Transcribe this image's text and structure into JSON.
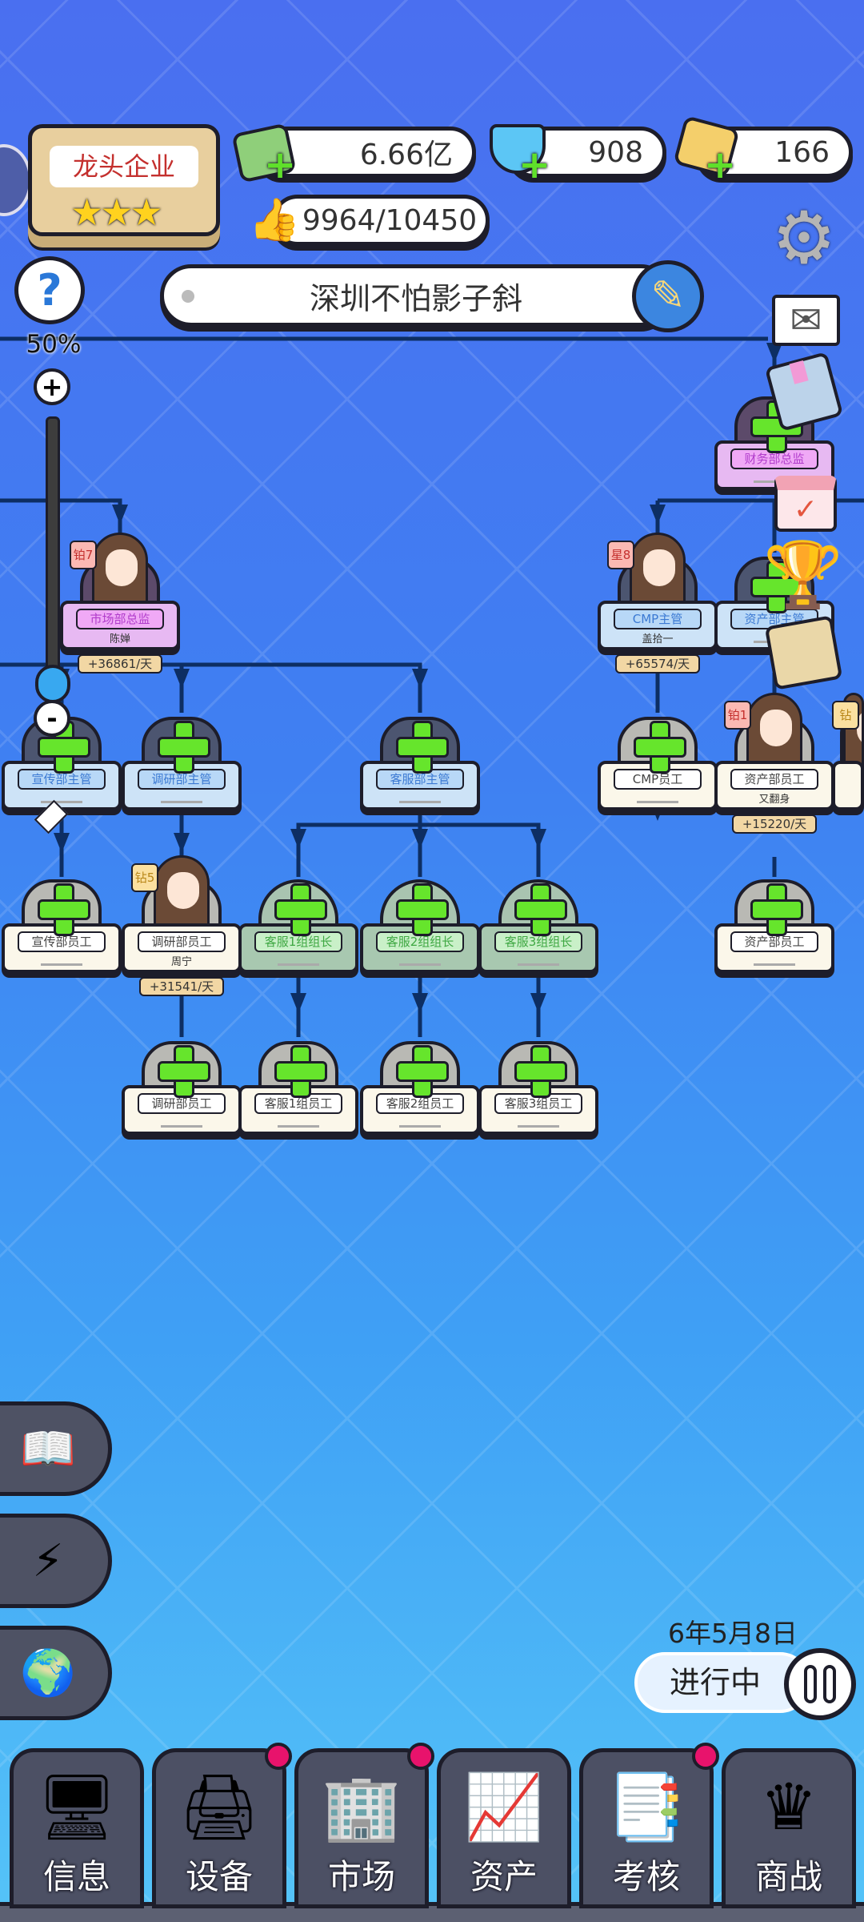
{
  "company": {
    "rank_label": "龙头企业",
    "stars": 3,
    "star_glyph": "★★★"
  },
  "resources": {
    "money": "6.66亿",
    "diamonds": "908",
    "gold": "166",
    "reputation": "9964/10450"
  },
  "company_name": "深圳不怕影子斜",
  "zoom": {
    "level": "50%",
    "plus": "+",
    "minus": "-",
    "value_percent": 50
  },
  "date": "6年5月8日",
  "status": "进行中",
  "nav": [
    {
      "label": "信息",
      "icon": "monitor-icon",
      "glyph": "🖥",
      "dot": false
    },
    {
      "label": "设备",
      "icon": "printer-icon",
      "glyph": "🖨",
      "dot": true
    },
    {
      "label": "市场",
      "icon": "buildings-icon",
      "glyph": "🏢",
      "dot": true
    },
    {
      "label": "资产",
      "icon": "chart-icon",
      "glyph": "📈",
      "dot": false
    },
    {
      "label": "考核",
      "icon": "documents-icon",
      "glyph": "📑",
      "dot": true
    },
    {
      "label": "商战",
      "icon": "chess-icon",
      "glyph": "♛",
      "dot": false
    }
  ],
  "org_nodes": [
    {
      "title": "市场部总监",
      "name": "陈婵",
      "income": "+36861/天",
      "rank": "铂7",
      "rank_color": "red",
      "type": "director",
      "filled": true
    },
    {
      "title": "CMP主管",
      "name": "盖拾一",
      "income": "+65574/天",
      "rank": "星8",
      "rank_color": "red",
      "type": "manager",
      "filled": true
    },
    {
      "title": "财务部总监",
      "type": "director",
      "filled": false
    },
    {
      "title": "资产部主管",
      "type": "manager",
      "filled": false
    },
    {
      "title": "宣传部主管",
      "type": "manager",
      "filled": false
    },
    {
      "title": "调研部主管",
      "type": "manager",
      "filled": false
    },
    {
      "title": "客服部主管",
      "type": "manager",
      "filled": false
    },
    {
      "title": "CMP员工",
      "type": "staff",
      "filled": false
    },
    {
      "title": "资产部员工",
      "name": "又翻身",
      "income": "+15220/天",
      "rank": "铂1",
      "rank_color": "red",
      "type": "staff",
      "filled": true
    },
    {
      "title": "",
      "rank": "钻",
      "rank_color": "gold",
      "type": "staff",
      "filled": true
    },
    {
      "title": "宣传部员工",
      "type": "staff",
      "filled": false
    },
    {
      "title": "调研部员工",
      "name": "周宁",
      "income": "+31541/天",
      "rank": "钻5",
      "rank_color": "gold",
      "type": "staff",
      "filled": true
    },
    {
      "title": "客服1组组长",
      "type": "leader",
      "filled": false
    },
    {
      "title": "客服2组组长",
      "type": "leader",
      "filled": false
    },
    {
      "title": "客服3组组长",
      "type": "leader",
      "filled": false
    },
    {
      "title": "资产部员工",
      "type": "staff",
      "filled": false
    },
    {
      "title": "调研部员工",
      "type": "staff",
      "filled": false
    },
    {
      "title": "客服1组员工",
      "type": "staff",
      "filled": false
    },
    {
      "title": "客服2组员工",
      "type": "staff",
      "filled": false
    },
    {
      "title": "客服3组员工",
      "type": "staff",
      "filled": false
    }
  ],
  "accent": {
    "add_green": "#66e52c",
    "notify_red": "#e8136c"
  }
}
